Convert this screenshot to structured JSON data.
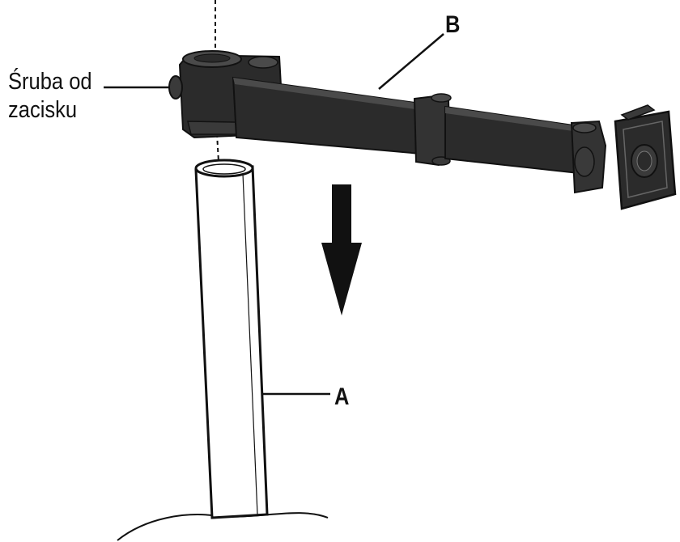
{
  "labels": {
    "screw_line1": "Śruba od",
    "screw_line2": "zacisku",
    "part_a": "A",
    "part_b": "B"
  },
  "colors": {
    "ink": "#111111",
    "arm_fill": "#2b2b2b",
    "arm_highlight": "#4a4a4a",
    "pole_fill": "#ffffff",
    "background": "#ffffff"
  },
  "icons": {
    "direction": "arrow-down-icon"
  }
}
